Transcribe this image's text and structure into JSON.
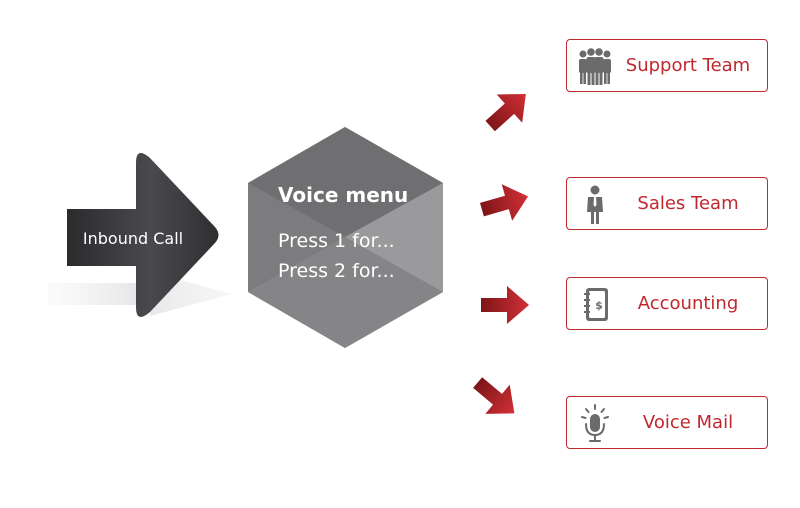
{
  "inbound": {
    "label": "Inbound Call"
  },
  "menu": {
    "title": "Voice menu",
    "lines": [
      "Press 1 for...",
      "Press 2 for..."
    ]
  },
  "destinations": [
    {
      "label": "Support Team",
      "icon": "team-icon"
    },
    {
      "label": "Sales Team",
      "icon": "person-icon"
    },
    {
      "label": "Accounting",
      "icon": "ledger-icon"
    },
    {
      "label": "Voice Mail",
      "icon": "microphone-icon"
    }
  ],
  "colors": {
    "accent": "#c0282e",
    "arrow_dark": "#3a3a3d",
    "hexagon": "#8a8a8c",
    "icon_gray": "#6b6b6b"
  }
}
